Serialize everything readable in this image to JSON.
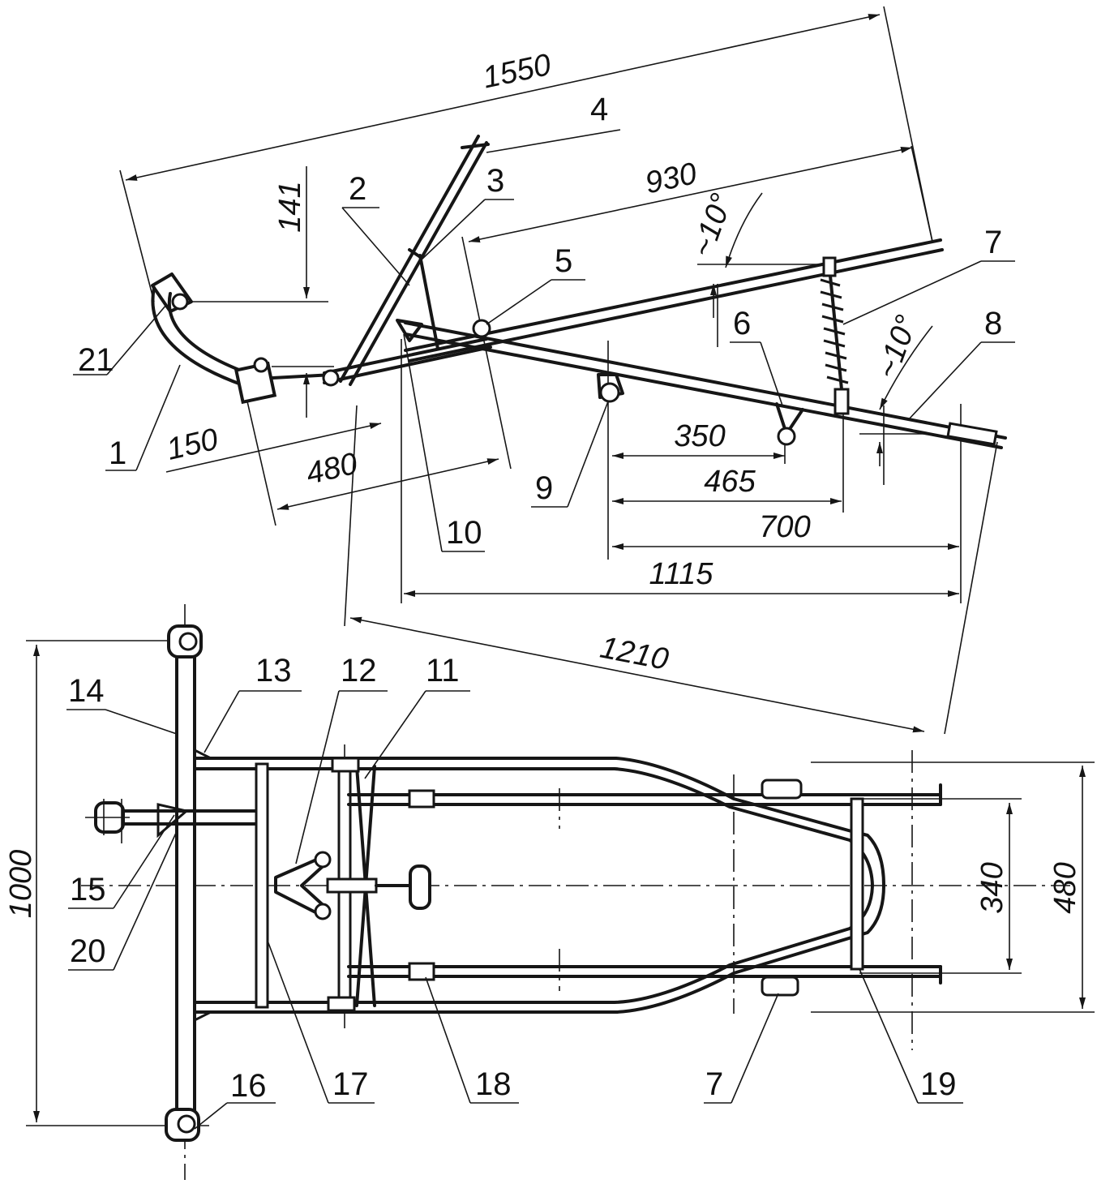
{
  "dimensions": {
    "d1550": "1550",
    "d930": "930",
    "d141": "141",
    "d150": "150",
    "d480_side": "480",
    "d350": "350",
    "d465": "465",
    "d700": "700",
    "d1115": "1115",
    "d1210": "1210",
    "d1000": "1000",
    "d340": "340",
    "d480_top": "480",
    "angle_upper": "~10°",
    "angle_lower": "~10°"
  },
  "callouts": {
    "c1": "1",
    "c2": "2",
    "c3": "3",
    "c4": "4",
    "c5": "5",
    "c6": "6",
    "c7_side": "7",
    "c8": "8",
    "c9": "9",
    "c10": "10",
    "c11": "11",
    "c12": "12",
    "c13": "13",
    "c14": "14",
    "c15": "15",
    "c16": "16",
    "c17": "17",
    "c18": "18",
    "c7_top": "7",
    "c19": "19",
    "c20": "20",
    "c21": "21"
  }
}
